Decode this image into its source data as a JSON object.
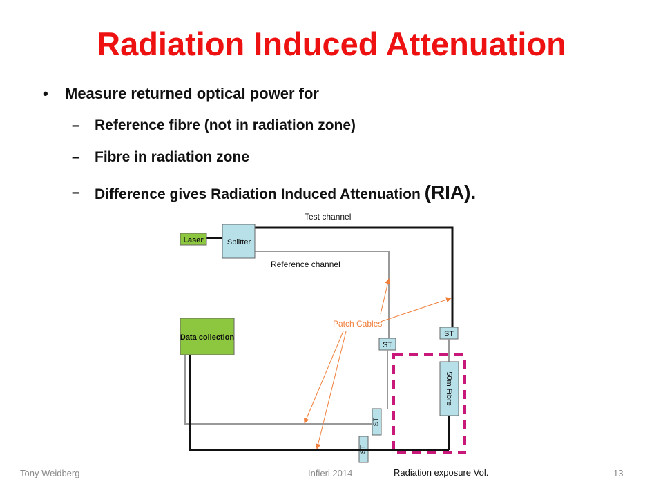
{
  "slide": {
    "title": "Radiation Induced Attenuation",
    "bullet": "Measure returned optical power for",
    "subbullets": [
      {
        "text": "Reference fibre (not in radiation zone)"
      },
      {
        "text": "Fibre in radiation zone"
      },
      {
        "text": "Difference gives Radiation Induced Attenuation ",
        "emphasis": "(RIA)."
      }
    ]
  },
  "diagram": {
    "test_channel": "Test channel",
    "laser": "Laser",
    "splitter": "Splitter",
    "reference_channel": "Reference channel",
    "data_collection": "Data collection",
    "patch_cables": "Patch Cables",
    "st": "ST",
    "fibre": "50m Fibre",
    "radiation_volume": "Radiation exposure Vol."
  },
  "footer": {
    "author": "Tony Weidberg",
    "event": "Infieri 2014",
    "page": "13"
  },
  "colors": {
    "title": "#ee1111",
    "laser_box": "#8dc63f",
    "data_box": "#8dc63f",
    "component_box": "#b7e0e8",
    "patch_label": "#f07f3c",
    "arrow": "#f07f3c",
    "dashed_box": "#c8187a"
  }
}
